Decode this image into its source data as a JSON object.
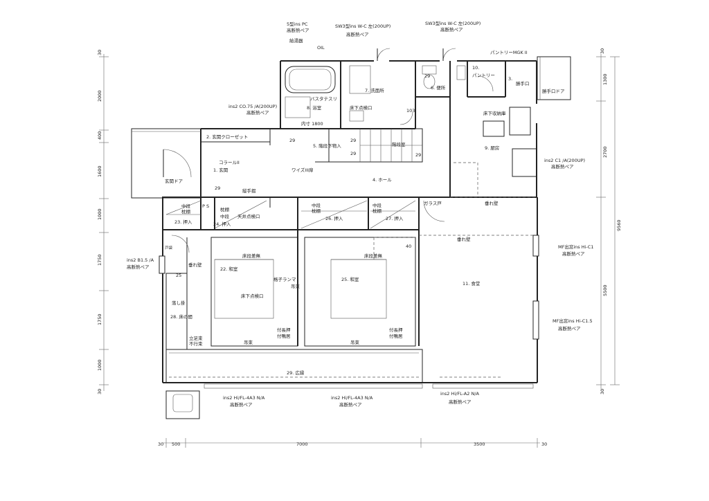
{
  "rooms": {
    "entrance": "1. 玄関",
    "closet_entrance": "2. 玄関クローゼット",
    "pantry_back": "3.",
    "hall": "4. ホール",
    "stair_storage": "5. 階段下物入",
    "toilet": "6. 便所",
    "washroom": "7. 洗面所",
    "bath": "8. 浴室",
    "kitchen": "9. 厨房",
    "pantry": "10.",
    "dining": "11. 食堂",
    "washitsu22": "22. 和室",
    "oshiire23": "23. 押入",
    "oshiire24": "24. 押入",
    "washitsu25": "25. 和室",
    "oshiire26": "26. 押入",
    "oshiire27": "27. 押入",
    "tokonoma": "28. 床の間",
    "engawa": "29. 広縁"
  },
  "labels": {
    "bath_hatch": "床下点検口",
    "bath_inner": "内寸 1800",
    "bath_rail": "バスタテスリ",
    "katteguchi": "勝手口",
    "katteguchi_door": "勝手口ドア",
    "pantry_name": "パントリー",
    "pantry_window": "パントリーMGK II",
    "underfloor_storage": "床下収納庫",
    "colonial": "コラールII",
    "genkan_door": "玄関ドア",
    "wiz_door": "ワイズIII扉",
    "handrail": "縦手摺",
    "stair_storage2": "階段室",
    "glass_door": "ガラス戸",
    "tarekabe1": "垂れ壁",
    "tarekabe2": "垂れ壁",
    "chudan1": "中段",
    "chudan1b": "枕棚",
    "ps": "P S",
    "makura1": "枕棚",
    "chudan2": "中段",
    "tenjo_hatch": "天井点検口",
    "chudan3": "中段",
    "chudan3b": "枕棚",
    "chudan4": "中段",
    "chudan4b": "枕棚",
    "tokodanhashi1": "床段差無",
    "tokodanhashi2": "床段差無",
    "yukashita1": "床下点検口",
    "koshiranma": "格子ランマ",
    "tsurito1": "吊束",
    "tsurito2": "吊束",
    "tsukenageshi1": "付長押",
    "tsukekamoi1": "付鴨居",
    "tsukenageshi2": "付長押",
    "tsukekamoi2": "付鴨居",
    "otoshigake": "落し掛",
    "tatehashira": "立足束",
    "fushibashira": "不行束",
    "tsuka1": "吊束",
    "tsuka2": "吊束",
    "wall_pocket": "戸袋",
    "kyuto": "給湯器",
    "oil": "OIL",
    "r29a": "29",
    "r29b": "29",
    "r29c": "29",
    "r29d": "29",
    "r29e": "29",
    "r40": "40",
    "r25": "25",
    "r103": "103",
    "r29f": "29",
    "tarekabe3": "垂れ壁"
  },
  "windows": [
    {
      "name": "5型ins PC",
      "spec": "高断熱ペア"
    },
    {
      "name": "SW3型ins W-C 左(200UP)",
      "spec": "高断熱ペア"
    },
    {
      "name": "SW3型ins W-C 左(200UP)",
      "spec": "高断熱ペア"
    },
    {
      "name": "ins2 CO.75 /A(200UP)",
      "spec": "高断熱ペア"
    },
    {
      "name": "ins2 C1 /A(200UP)",
      "spec": "高断熱ペア"
    },
    {
      "name": "MF出窓ins Hi-C1",
      "spec": "高断熱ペア"
    },
    {
      "name": "MF出窓ins Hi-C1.5",
      "spec": "高断熱ペア"
    },
    {
      "name": "ins2 B1.5 /A",
      "spec": "高断熱ペア"
    },
    {
      "name": "ins2 Hi/FL-4A3 N/A",
      "spec": "高断熱ペア"
    },
    {
      "name": "ins2 Hi/FL-4A3 N/A",
      "spec": "高断熱ペア"
    },
    {
      "name": "ins2 Hi/FL-A2 N/A",
      "spec": "高断熱ペア"
    }
  ],
  "dimensions": {
    "left": [
      "30",
      "2000",
      "400",
      "1600",
      "1000",
      "1750",
      "1750",
      "1000",
      "30"
    ],
    "right": [
      "1300",
      "2700",
      "5500",
      "9560",
      "30",
      "30"
    ],
    "bottom": [
      "30",
      "500",
      "7000",
      "3500",
      "30"
    ]
  }
}
